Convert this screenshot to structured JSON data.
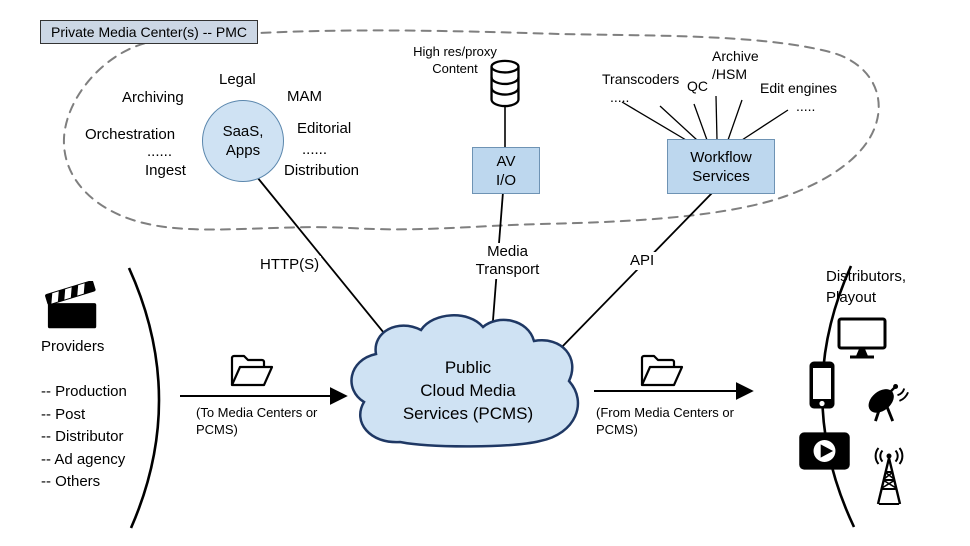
{
  "pmc": {
    "label": "Private Media Center(s) -- PMC"
  },
  "pmc_cluster": {
    "archiving": "Archiving",
    "legal": "Legal",
    "mam": "MAM",
    "orchestration": "Orchestration",
    "dots_left": "......",
    "ingest": "Ingest",
    "editorial": "Editorial",
    "dots_right": "......",
    "distribution": "Distribution",
    "saas_line1": "SaaS,",
    "saas_line2": "Apps"
  },
  "storage": {
    "line1": "High res/proxy",
    "line2": "Content"
  },
  "av_io": {
    "line1": "AV",
    "line2": "I/O"
  },
  "workflow": {
    "box_line1": "Workflow",
    "box_line2": "Services",
    "transcoders": "Transcoders",
    "transcoders_dots": ".....",
    "qc": "QC",
    "archive_line1": "Archive",
    "archive_line2": "/HSM",
    "edit_engines": "Edit engines",
    "edit_engines_dots": "....."
  },
  "connectors": {
    "https": "HTTP(S)",
    "media_line1": "Media",
    "media_line2": "Transport",
    "api": "API"
  },
  "cloud": {
    "line1": "Public",
    "line2": "Cloud Media",
    "line3": "Services (PCMS)"
  },
  "providers": {
    "title": "Providers",
    "items": [
      "-- Production",
      "-- Post",
      "-- Distributor",
      "-- Ad agency",
      "-- Others"
    ]
  },
  "transfer": {
    "to_line1": "(To Media Centers or",
    "to_line2": "PCMS)",
    "from_line1": "(From Media Centers or",
    "from_line2": "PCMS)"
  },
  "distributors": {
    "line1": "Distributors,",
    "line2": "Playout"
  },
  "colors": {
    "light_fill": "#cfe2f3",
    "box_fill": "#bdd7ee",
    "cloud_stroke": "#1f3864",
    "dash_stroke": "#7f7f7f",
    "line": "#000000"
  },
  "icons": {
    "providers_group": "clapperboard",
    "transfer_left": "open-folder",
    "transfer_right": "open-folder",
    "storage": "database-cylinder",
    "distributor_devices": [
      "monitor",
      "smartphone",
      "satellite-dish",
      "video-player",
      "broadcast-tower"
    ]
  }
}
